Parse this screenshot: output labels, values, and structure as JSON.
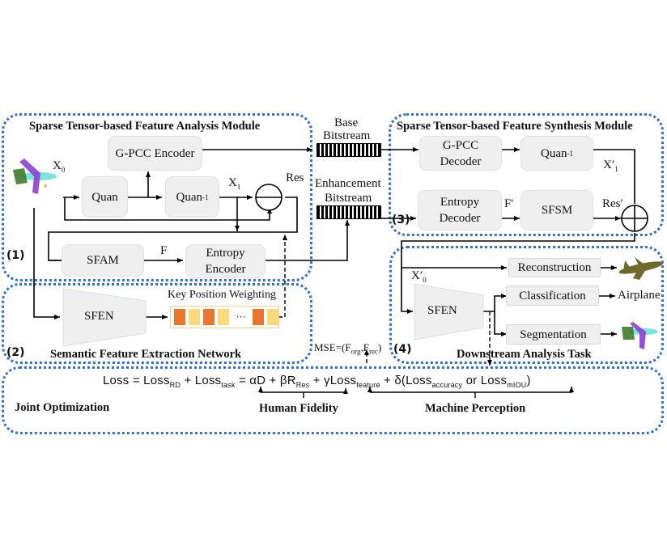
{
  "modules": {
    "analysis": {
      "title": "Sparse Tensor-based Feature Analysis Module",
      "number": "(1)"
    },
    "semantic": {
      "title": "Semantic Feature Extraction Network",
      "number": "(2)"
    },
    "synthesis": {
      "title": "Sparse Tensor-based Feature Synthesis Module",
      "number": "(3)"
    },
    "downstream": {
      "title": "Downstream Analysis Task",
      "number": "(4)"
    },
    "joint": {
      "title": "Joint Optimization"
    }
  },
  "blocks": {
    "gpcc_encoder": "G-PCC Encoder",
    "quan": "Quan",
    "quan_inv_enc": "Quan",
    "sfam": "SFAM",
    "entropy_encoder": "Entropy Encoder",
    "sfen_top": "SFEN",
    "key_position": "Key Position Weighting",
    "gpcc_decoder": "G-PCC Decoder",
    "quan_inv_dec": "Quan",
    "entropy_decoder": "Entropy Decoder",
    "sfsm": "SFSM",
    "sfen_bottom": "SFEN",
    "reconstruction": "Reconstruction",
    "classification": "Classification",
    "segmentation": "Segmentation"
  },
  "labels": {
    "x0": "X",
    "x0_sub": "0",
    "x1": "X",
    "x1_sub": "1",
    "res": "Res",
    "f": "F",
    "f_prime": "F'",
    "res_prime": "Res′",
    "x1_prime": "X′",
    "x1_prime_sub": "1",
    "x0_prime": "X′",
    "x0_prime_sub": "0",
    "inv_sup": "-1",
    "base_bitstream": [
      "Base",
      "Bitstream"
    ],
    "enh_bitstream": [
      "Enhancement",
      "Bitstream"
    ],
    "airplane": "Airplane",
    "mse": "MSE=(F",
    "mse_org": "org",
    "mse_rec": "rec",
    "dots": "···"
  },
  "formula": {
    "text_parts": [
      "Loss = Loss",
      "RD",
      " + Loss",
      "task",
      " = αD + βR",
      "Res",
      " + γLoss",
      "feature",
      " + δ(Loss",
      "accuracy",
      " or Loss",
      "mIOU",
      ")"
    ],
    "human_fidelity": "Human Fidelity",
    "machine_perception": "Machine Perception"
  },
  "colors": {
    "panel_border": "#2f6fcf",
    "block_fill": "#efefef",
    "weight_dark": "#e8772e",
    "weight_light": "#fcd97a"
  }
}
